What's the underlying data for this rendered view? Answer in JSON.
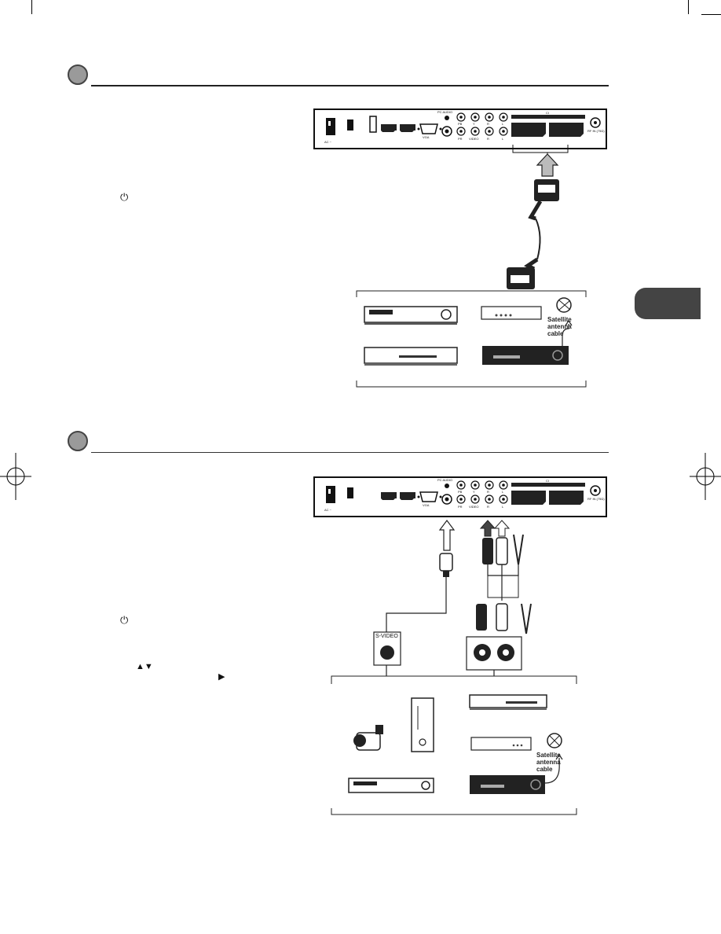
{
  "page": {
    "section1": {
      "number": ""
    },
    "section2": {
      "number": ""
    },
    "side_tab": {
      "label": ""
    }
  },
  "panel": {
    "port_labels": [
      "AC ~",
      "VGA",
      "PC AUDIO",
      "PB",
      "PR",
      "Y",
      "VIDEO",
      "R",
      "L",
      "CI",
      "RF IN (75Ω)"
    ]
  },
  "diagram1": {
    "satellite_label_lines": [
      "Satellite",
      "antenna",
      "cable"
    ],
    "power_symbol": "⏻"
  },
  "diagram2": {
    "svideo_label": "S-VIDEO",
    "satellite_label_lines": [
      "Satellite",
      "antenna",
      "cable"
    ],
    "power_symbol": "⏻",
    "nav_symbols": "▲▼",
    "right_symbol": "▶"
  },
  "colors": {
    "ink": "#111111",
    "section_circle": "#9a9a9a",
    "side_tab": "#444444"
  }
}
